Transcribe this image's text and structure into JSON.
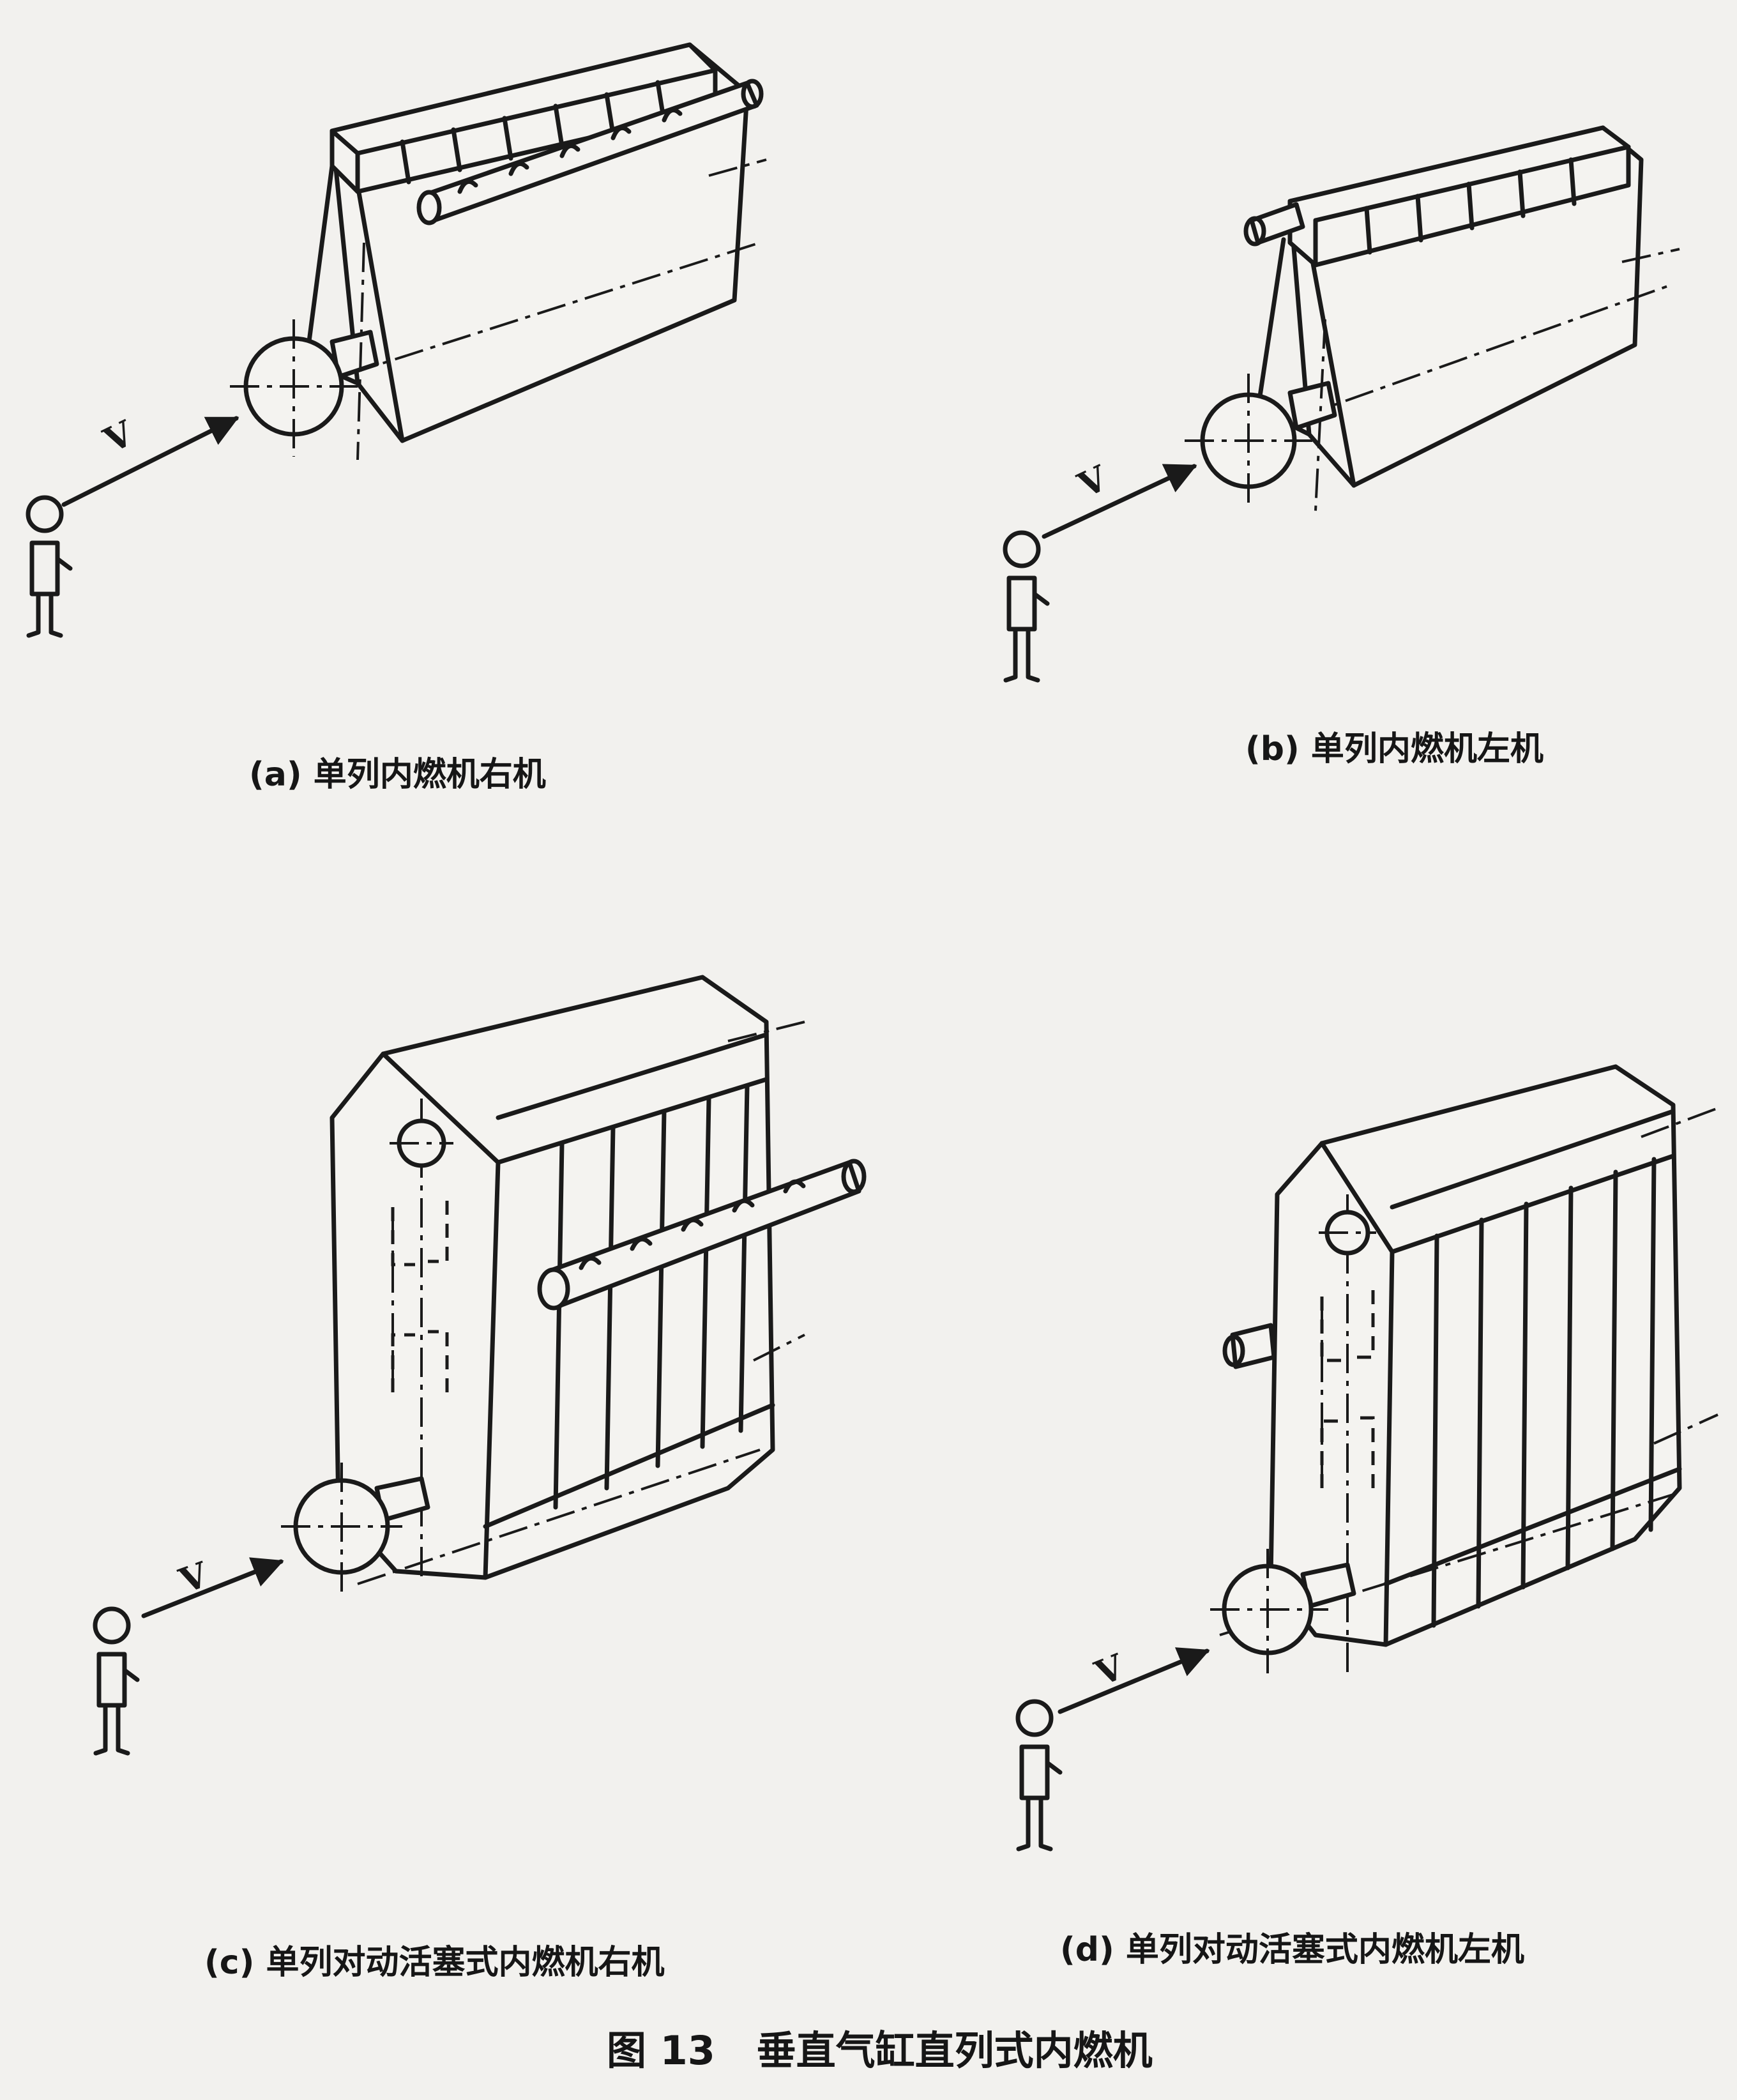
{
  "panels": [
    {
      "caption": "(a) 单列内燃机右机",
      "arrow_label": "V"
    },
    {
      "caption": "(b) 单列内燃机左机",
      "arrow_label": "V"
    },
    {
      "caption": "(c) 单列对动活塞式内燃机右机",
      "arrow_label": "V"
    },
    {
      "caption": "(d) 单列对动活塞式内燃机左机",
      "arrow_label": "V"
    }
  ],
  "figure_caption": "图 13   垂直气缸直列式内燃机",
  "colors": {
    "ink": "#1a1a1a",
    "paper": "#f2f1ee"
  }
}
